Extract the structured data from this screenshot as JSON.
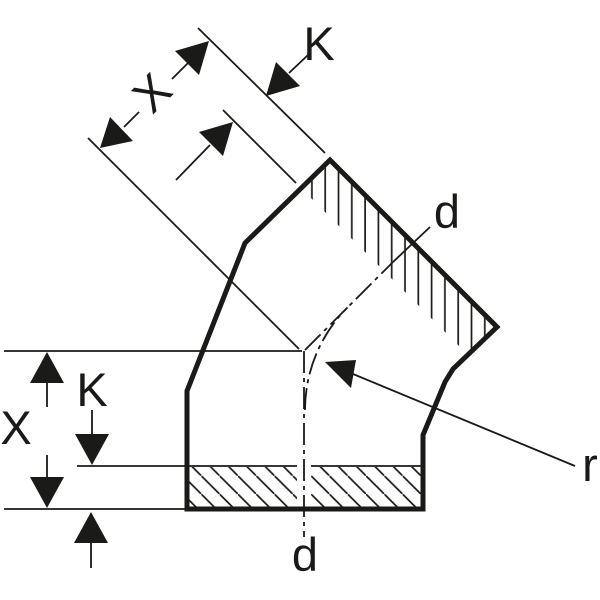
{
  "drawing": {
    "type": "technical-dimension-drawing",
    "subject": "45-degree pipe bend with push-fit sockets, side elevation with dimensioning",
    "labels": {
      "k_top": "K",
      "x_diagonal": "X",
      "d_top": "d",
      "x_vertical": "X",
      "k_bottom": "K",
      "d_bottom": "d",
      "radius": "r"
    },
    "colors": {
      "ink": "#1a1a18",
      "background": "#ffffff"
    }
  }
}
